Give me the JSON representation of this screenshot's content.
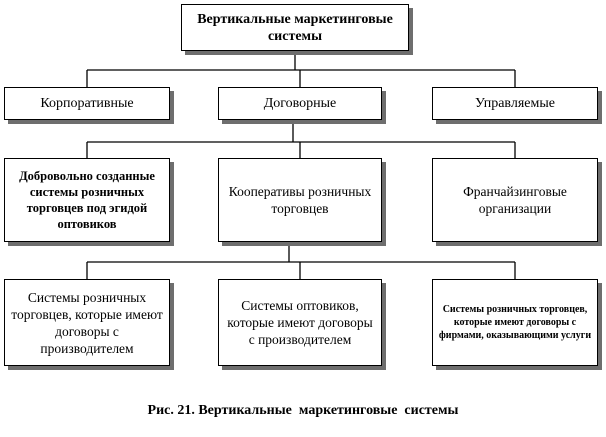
{
  "diagram": {
    "root": "Вертикальные маркетинговые системы",
    "level1": [
      "Корпоративные",
      "Договорные",
      "Управляемые"
    ],
    "level2": [
      "Добровольно созданные системы розничных торговцев под эгидой оптовиков",
      "Кооперативы розничных торговцев",
      "Франчайзинговые организации"
    ],
    "level3": [
      "Системы розничных торговцев, которые имеют договоры с производителем",
      "Системы оптовиков, которые имеют договоры с производителем",
      "Системы розничных торговцев, которые имеют договоры с фирмами, оказывающими услуги"
    ]
  },
  "caption": "Рис. 21. Вертикальные  маркетинговые  системы",
  "colors": {
    "border": "#000000",
    "shadow": "#6e6e6e",
    "background": "#ffffff"
  }
}
